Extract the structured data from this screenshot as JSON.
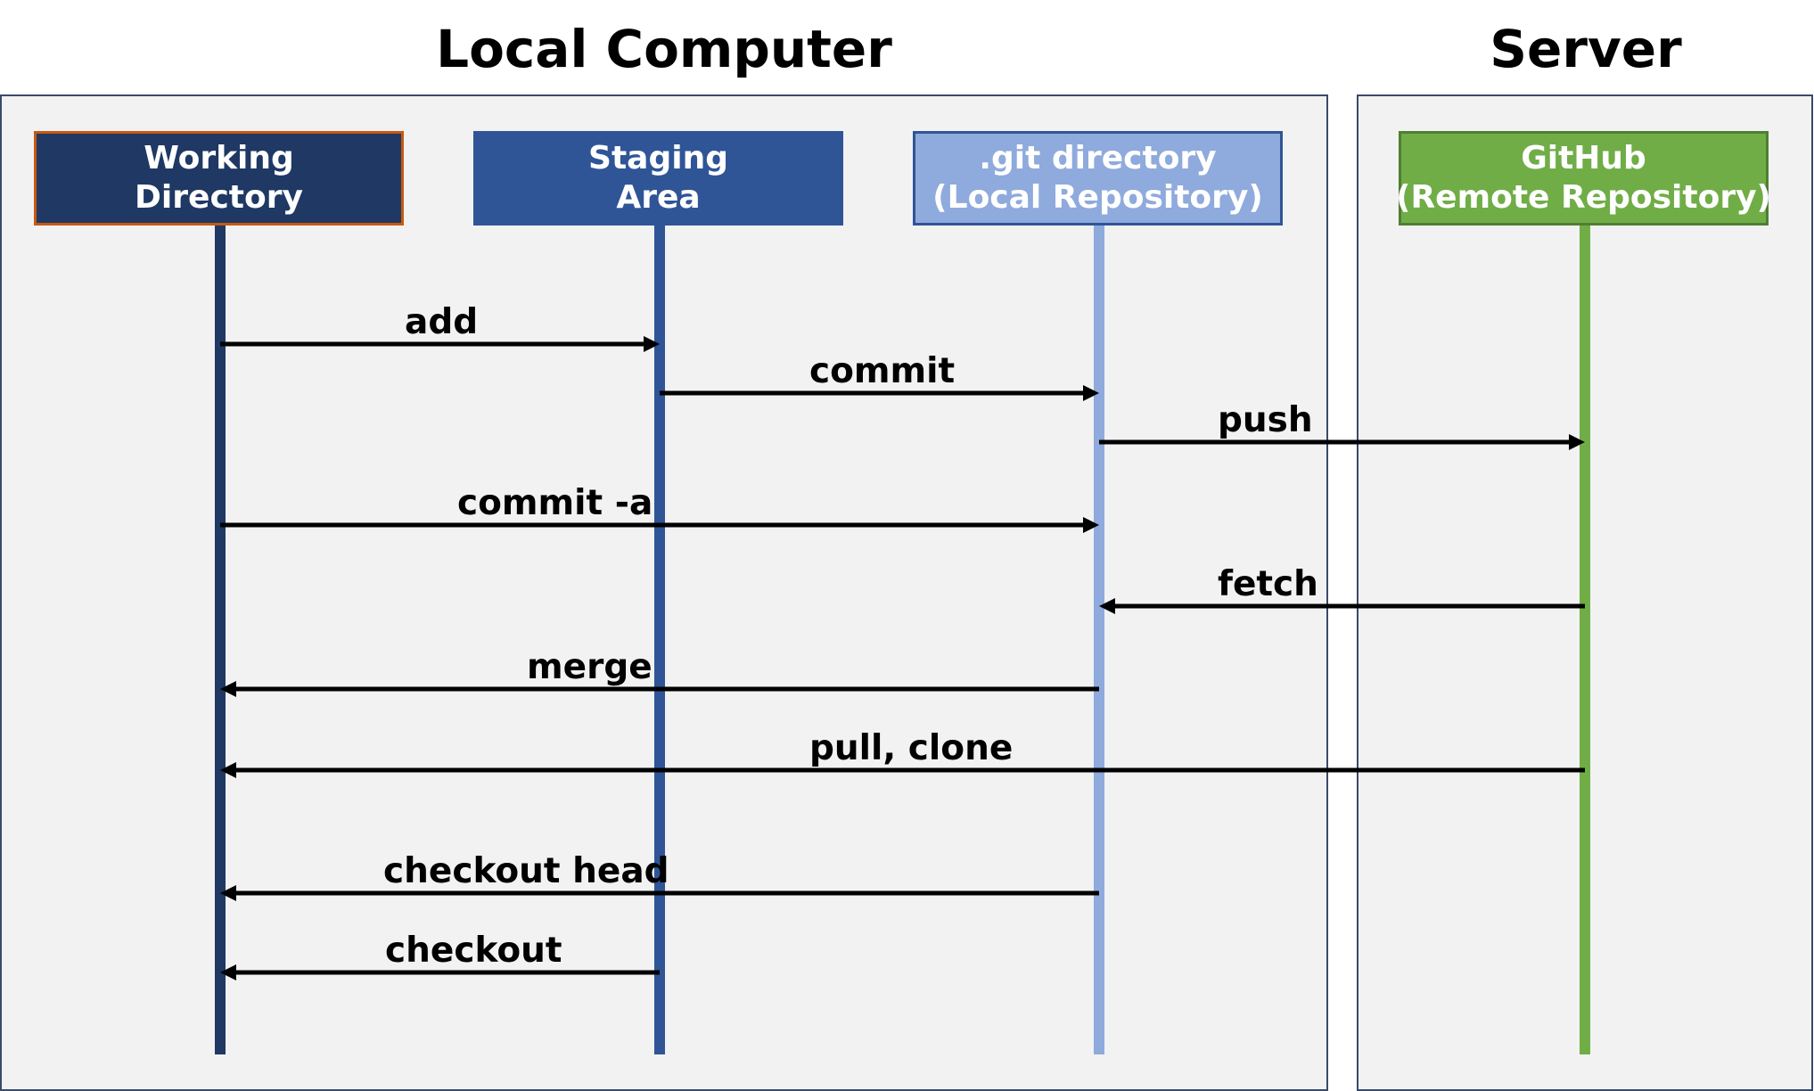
{
  "sections": {
    "local_title": "Local Computer",
    "server_title": "Server"
  },
  "participants": [
    {
      "line1": "Working",
      "line2": "Directory",
      "color": "#1f3864",
      "border": "#c55a11",
      "lifeline_color": "#1f3864"
    },
    {
      "line1": "Staging",
      "line2": "Area",
      "color": "#2f5597",
      "border": "#2f5597",
      "lifeline_color": "#2f5597"
    },
    {
      "line1": ".git directory",
      "line2": "(Local Repository)",
      "color": "#8faadc",
      "border": "#2f5597",
      "lifeline_color": "#8faadc"
    },
    {
      "line1": "GitHub",
      "line2": "(Remote Repository)",
      "color": "#70ad47",
      "border": "#507e32",
      "lifeline_color": "#70ad47"
    }
  ],
  "messages": [
    {
      "label": "add",
      "from": 0,
      "to": 1
    },
    {
      "label": "commit",
      "from": 1,
      "to": 2
    },
    {
      "label": "push",
      "from": 2,
      "to": 3
    },
    {
      "label": "commit -a",
      "from": 0,
      "to": 2
    },
    {
      "label": "fetch",
      "from": 3,
      "to": 2
    },
    {
      "label": "merge",
      "from": 2,
      "to": 0
    },
    {
      "label": "pull, clone",
      "from": 3,
      "to": 0
    },
    {
      "label": "checkout head",
      "from": 2,
      "to": 0
    },
    {
      "label": "checkout",
      "from": 1,
      "to": 0
    }
  ]
}
